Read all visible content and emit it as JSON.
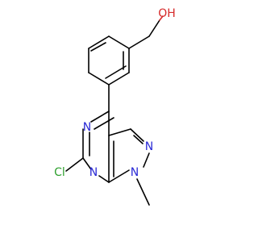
{
  "molecule": {
    "atoms": {
      "oh": {
        "label": "OH",
        "color": "#d62a2a"
      },
      "n_pyrimidine_top": {
        "label": "N",
        "color": "#2a2ad6"
      },
      "n_pyrimidine_bottom": {
        "label": "N",
        "color": "#2a2ad6"
      },
      "n_pyrazole_2": {
        "label": "N",
        "color": "#2a2ad6"
      },
      "n_pyrazole_1": {
        "label": "N",
        "color": "#2a2ad6"
      },
      "cl": {
        "label": "Cl",
        "color": "#2ea02e"
      }
    }
  }
}
